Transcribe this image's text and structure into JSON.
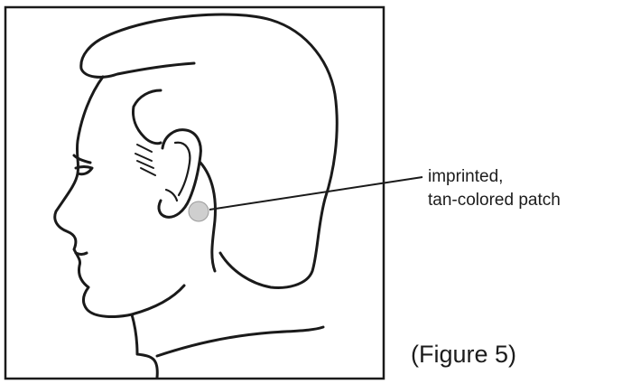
{
  "callout": {
    "line1": "imprinted,",
    "line2": "tan-colored patch"
  },
  "caption": "(Figure 5)",
  "colors": {
    "ink": "#1a1a1a",
    "patch_fill": "#cfcfcf",
    "background": "#ffffff"
  }
}
